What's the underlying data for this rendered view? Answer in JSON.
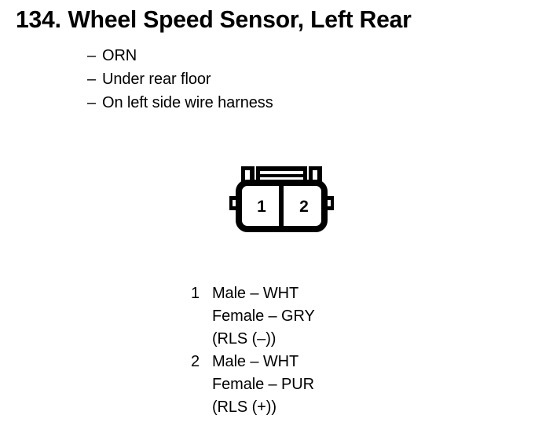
{
  "page": {
    "background_color": "#ffffff",
    "text_color": "#000000"
  },
  "title": {
    "number": "134.",
    "text": "Wheel Speed Sensor, Left Rear",
    "full": "134. Wheel Speed Sensor, Left Rear"
  },
  "attributes": {
    "bullet_char": "–",
    "items": [
      {
        "text": "ORN"
      },
      {
        "text": "Under rear floor"
      },
      {
        "text": "On left side wire harness"
      }
    ]
  },
  "connector": {
    "name": "2-cavity-connector",
    "cavity_count": 2,
    "outline_color": "#000000",
    "fill_color": "#ffffff",
    "cavities": [
      {
        "label": "1"
      },
      {
        "label": "2"
      }
    ]
  },
  "pin_legend": {
    "entries": [
      {
        "pin": "1",
        "male": "Male – WHT",
        "female": "Female – GRY",
        "circuit": "(RLS (–))"
      },
      {
        "pin": "2",
        "male": "Male – WHT",
        "female": "Female – PUR",
        "circuit": "(RLS (+))"
      }
    ]
  }
}
